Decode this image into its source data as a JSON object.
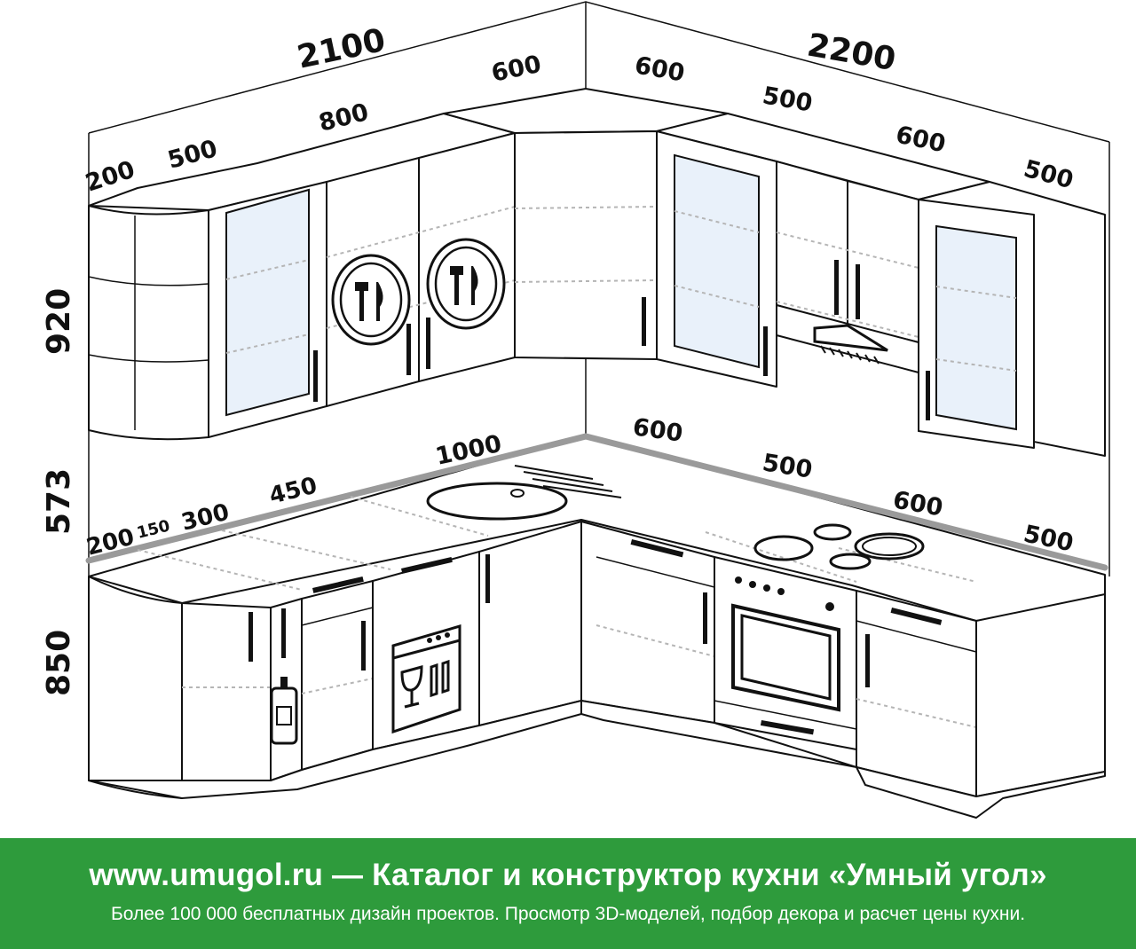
{
  "dimensions": {
    "upper_left_total": "2100",
    "upper_right_total": "2200",
    "upper_left": [
      "200",
      "500",
      "800",
      "600"
    ],
    "upper_right": [
      "600",
      "500",
      "600",
      "500"
    ],
    "height_upper": "920",
    "height_gap": "573",
    "height_lower": "850",
    "lower_left": [
      "200",
      "150",
      "300",
      "450",
      "1000"
    ],
    "lower_right": [
      "600",
      "500",
      "600",
      "500"
    ]
  },
  "footer": {
    "title": "www.umugol.ru — Каталог и конструктор кухни «Умный угол»",
    "subtitle": "Более 100 000 бесплатных дизайн проектов. Просмотр 3D-моделей, подбор декора и расчет цены кухни."
  },
  "colors": {
    "footer_bg": "#2e9b3c",
    "glass": "#e9f1fa",
    "countertop_edge": "#9a9a9a"
  },
  "icons": [
    "cutlery-plate-icon",
    "dishwasher-icon",
    "bottle-icon",
    "oven-icon",
    "hob-icon",
    "sink-icon",
    "range-hood-icon"
  ]
}
